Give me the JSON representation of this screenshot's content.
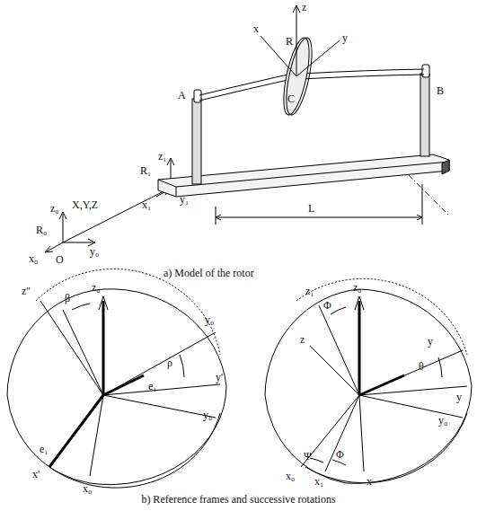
{
  "diagram": {
    "caption": "b) Reference frames and successive rotations",
    "labels": [
      "z",
      "x",
      "R",
      "y",
      "C",
      "A",
      "B",
      "z₁",
      "R₁",
      "y₁",
      "x₁",
      "L",
      "z₀",
      "R₀",
      "X,Y,Z",
      "x₀",
      "O",
      "y₀",
      "a) Model of the rotor",
      "z''",
      "z₀",
      "β",
      "y₀",
      "ρ",
      "e₁",
      "y'",
      "y₀",
      "e₁",
      "x'",
      "x₀",
      "z₁",
      "z₀",
      "Φ",
      "z",
      "θ",
      "y",
      "y",
      "y₀",
      "Ψ",
      "Φ",
      "x₀",
      "x₁",
      "x"
    ]
  }
}
